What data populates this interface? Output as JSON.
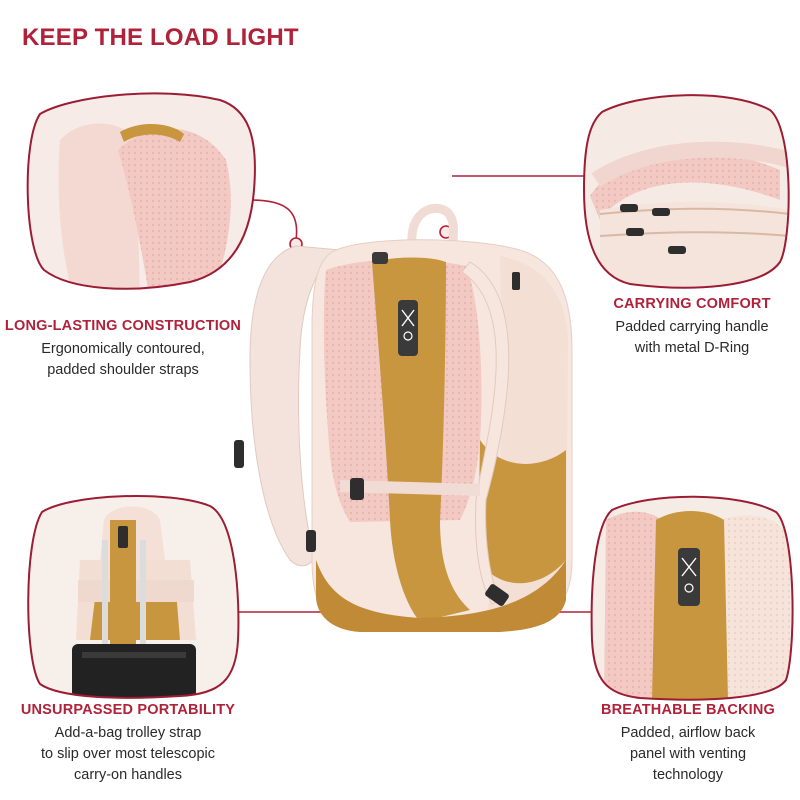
{
  "page": {
    "title": "KEEP THE LOAD LIGHT"
  },
  "colors": {
    "accent": "#b0223a",
    "body_text": "#2a2a2a",
    "bag_pink": "#f3d9d0",
    "bag_tan": "#c8963e"
  },
  "callouts": [
    {
      "heading": "LONG-LASTING CONSTRUCTION",
      "lines": [
        "Ergonomically contoured,",
        "padded shoulder straps"
      ]
    },
    {
      "heading": "CARRYING COMFORT",
      "lines": [
        "Padded carrying handle",
        "with metal D-Ring"
      ]
    },
    {
      "heading": "UNSURPASSED PORTABILITY",
      "lines": [
        "Add-a-bag trolley strap",
        "to slip over most telescopic",
        "carry-on handles"
      ]
    },
    {
      "heading": "BREATHABLE BACKING",
      "lines": [
        "Padded, airflow back",
        "panel with venting",
        "technology"
      ]
    }
  ]
}
